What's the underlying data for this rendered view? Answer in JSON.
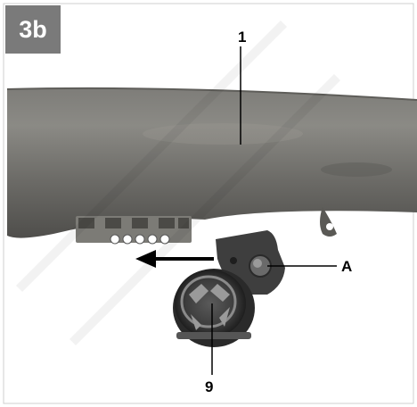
{
  "figure": {
    "step_label": "3b",
    "callouts": {
      "part_1": "1",
      "part_a": "A",
      "part_9": "9"
    }
  },
  "colors": {
    "badge_bg": "#7a7a7a",
    "tube": "#6a6a66",
    "mount_dark": "#3a3a3a",
    "arrow": "#000000"
  }
}
